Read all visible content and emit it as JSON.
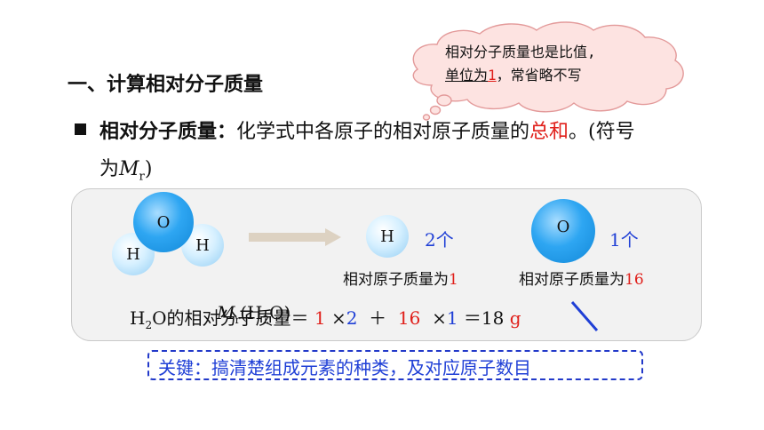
{
  "heading": "一、计算相对分子质量",
  "cloud": {
    "line1": "相对分子质量也是比值,",
    "line2_underlined": "单位为",
    "line2_value": "1",
    "line2_rest": "，常省略不写"
  },
  "bullet": {
    "term": "相对分子质量：",
    "text_a": "化学式中各原子的相对原子质量的",
    "highlight": "总和",
    "text_b": "。(符号",
    "text_c": "为",
    "symbol_main": "M",
    "symbol_sub": "r",
    "text_d": ")"
  },
  "molecule": {
    "oxygen_label": "O",
    "hydrogen_label": "H"
  },
  "atoms": {
    "h_label": "H",
    "h_count": "2个",
    "h_mass_text": "相对原子质量为",
    "h_mass_value": "1",
    "o_label": "O",
    "o_count": "1个",
    "o_mass_text": "相对原子质量为",
    "o_mass_value": "16"
  },
  "equation": {
    "h": "H",
    "sub2": "2",
    "o_text": "O的相对分子质量",
    "equals": "＝",
    "v1": "1",
    "times1": "×",
    "v2": "2",
    "plus": "＋",
    "v3": "16",
    "times2": "×",
    "v4": "1",
    "equals2": "＝",
    "result": "18",
    "unit": "g"
  },
  "overlay": {
    "m": "M",
    "r": "r",
    "open": "(",
    "h": "H",
    "sub2": "2",
    "o": "O)"
  },
  "key": "关键：搞清楚组成元素的种类，及对应原子数目"
}
